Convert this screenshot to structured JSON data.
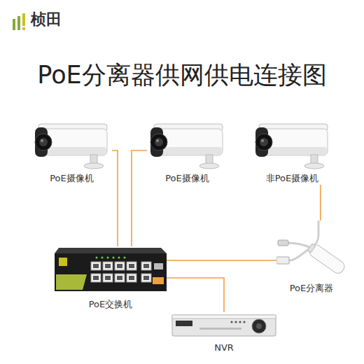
{
  "diagram": {
    "title": "PoE分离器供网供电连接图",
    "nodes": [
      {
        "text": [
          "PoE摄像机"
        ]
      },
      {
        "text": [
          "PoE摄像机"
        ]
      },
      {
        "text": [
          "非PoE摄像机"
        ]
      },
      {
        "text": [
          "PoE分离器"
        ]
      },
      {
        "text": [
          "PoE交换机"
        ]
      },
      {
        "text": [
          "NVR"
        ]
      }
    ],
    "edges": [
      {
        "from": 0,
        "to": 4,
        "arrow": "none"
      },
      {
        "from": 1,
        "to": 4,
        "arrow": "none"
      },
      {
        "from": 2,
        "to": 3,
        "arrow": "none"
      },
      {
        "from": 3,
        "to": 4,
        "arrow": "none"
      },
      {
        "from": 4,
        "to": 5,
        "arrow": "none"
      }
    ],
    "labels": [
      "桢田"
    ]
  }
}
